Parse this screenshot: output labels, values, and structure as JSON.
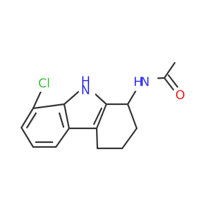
{
  "molecule": {
    "atoms": {
      "cl": {
        "label": "Cl",
        "color": "#3dc23d"
      },
      "nh": {
        "label": "N",
        "h_label": "H",
        "color": "#3333ee"
      },
      "n_amide": {
        "label": "N",
        "h_label": "H",
        "color": "#3333ee"
      },
      "o": {
        "label": "O",
        "color": "#ee2222"
      }
    },
    "bond_color": "#333333"
  }
}
